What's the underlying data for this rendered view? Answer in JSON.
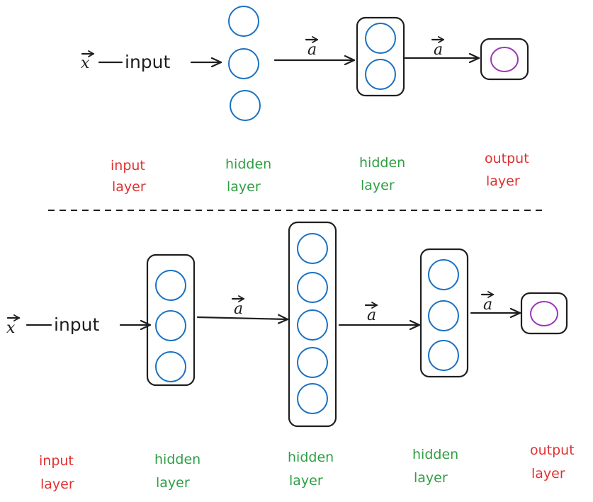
{
  "colors": {
    "ink": "#1e1e1e",
    "hidden_neuron": "#1971c2",
    "output_neuron": "#9c36b5",
    "red_label": "#e03131",
    "green_label": "#2f9e44"
  },
  "top_network": {
    "input_symbol": "x",
    "input_text": "input",
    "arrow_labels": [
      "a",
      "a"
    ],
    "labels": {
      "input_line1": "input",
      "input_line2": "layer",
      "hidden1_line1": "hidden",
      "hidden1_line2": "layer",
      "hidden2_line1": "hidden",
      "hidden2_line2": "layer",
      "output_line1": "output",
      "output_line2": "layer"
    }
  },
  "bottom_network": {
    "input_symbol": "x",
    "input_text": "input",
    "arrow_labels": [
      "a",
      "a",
      "a"
    ],
    "labels": {
      "input_line1": "input",
      "input_line2": "layer",
      "hidden1_line1": "hidden",
      "hidden1_line2": "layer",
      "hidden2_line1": "hidden",
      "hidden2_line2": "layer",
      "hidden3_line1": "hidden",
      "hidden3_line2": "layer",
      "output_line1": "output",
      "output_line2": "layer"
    }
  }
}
